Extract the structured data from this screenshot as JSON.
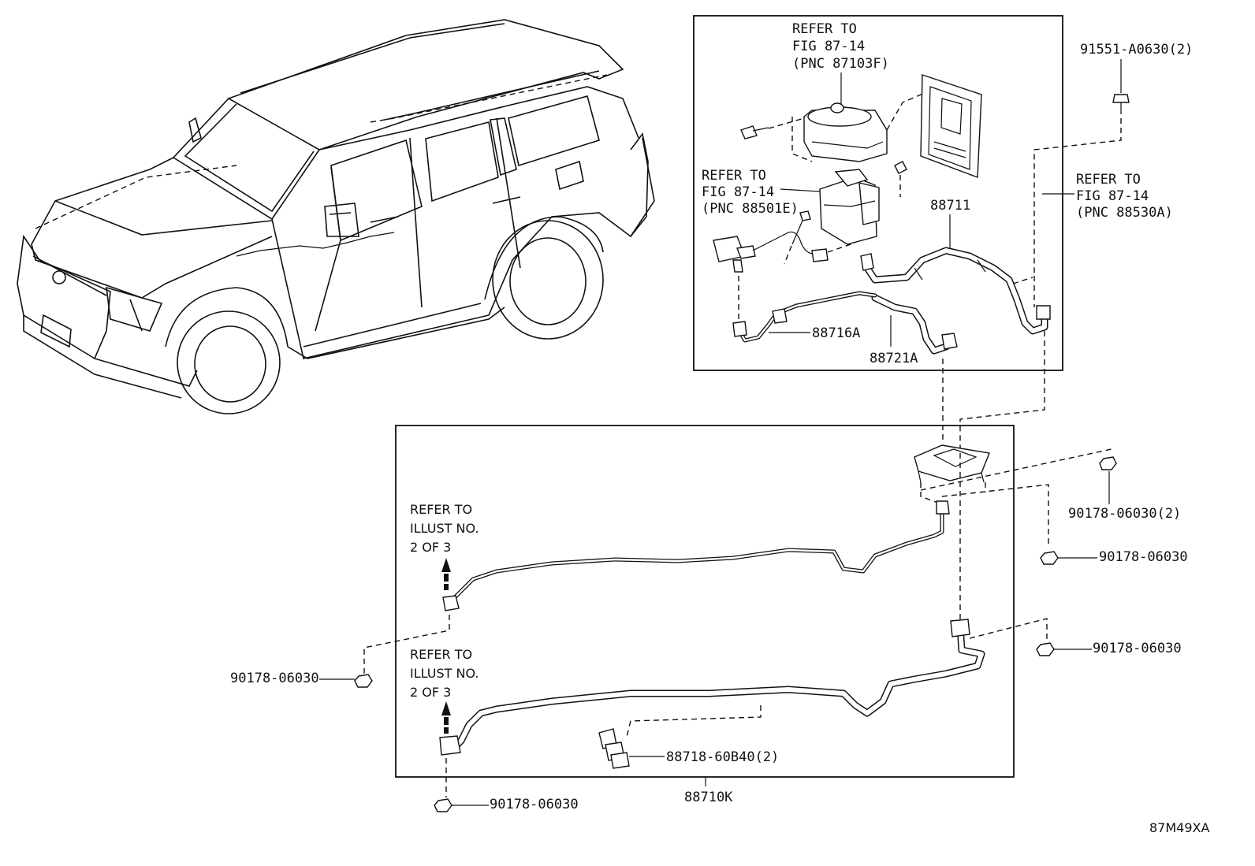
{
  "diagram": {
    "diagram_code": "87M49XA",
    "upper_box": {
      "refer_top": [
        "REFER TO",
        "FIG 87-14",
        "(PNC 87103F)"
      ],
      "refer_left": [
        "REFER TO",
        "FIG 87-14",
        "(PNC 88501E)"
      ],
      "part_88711": "88711",
      "part_88716A": "88716A",
      "part_88721A": "88721A"
    },
    "refer_right": [
      "REFER TO",
      "FIG 87-14",
      "(PNC 88530A)"
    ],
    "bolt_top_right": "91551-A0630(2)",
    "lower_box": {
      "refer_upper": [
        "REFER TO",
        "ILLUST NO.",
        "2 OF 3"
      ],
      "refer_lower": [
        "REFER TO",
        "ILLUST NO.",
        "2 OF 3"
      ],
      "clamp": "88718-60B40(2)",
      "assembly": "88710K"
    },
    "nuts": {
      "right_1": "90178-06030(2)",
      "right_2": "90178-06030",
      "right_3": "90178-06030",
      "left": "90178-06030",
      "bottom": "90178-06030"
    }
  }
}
